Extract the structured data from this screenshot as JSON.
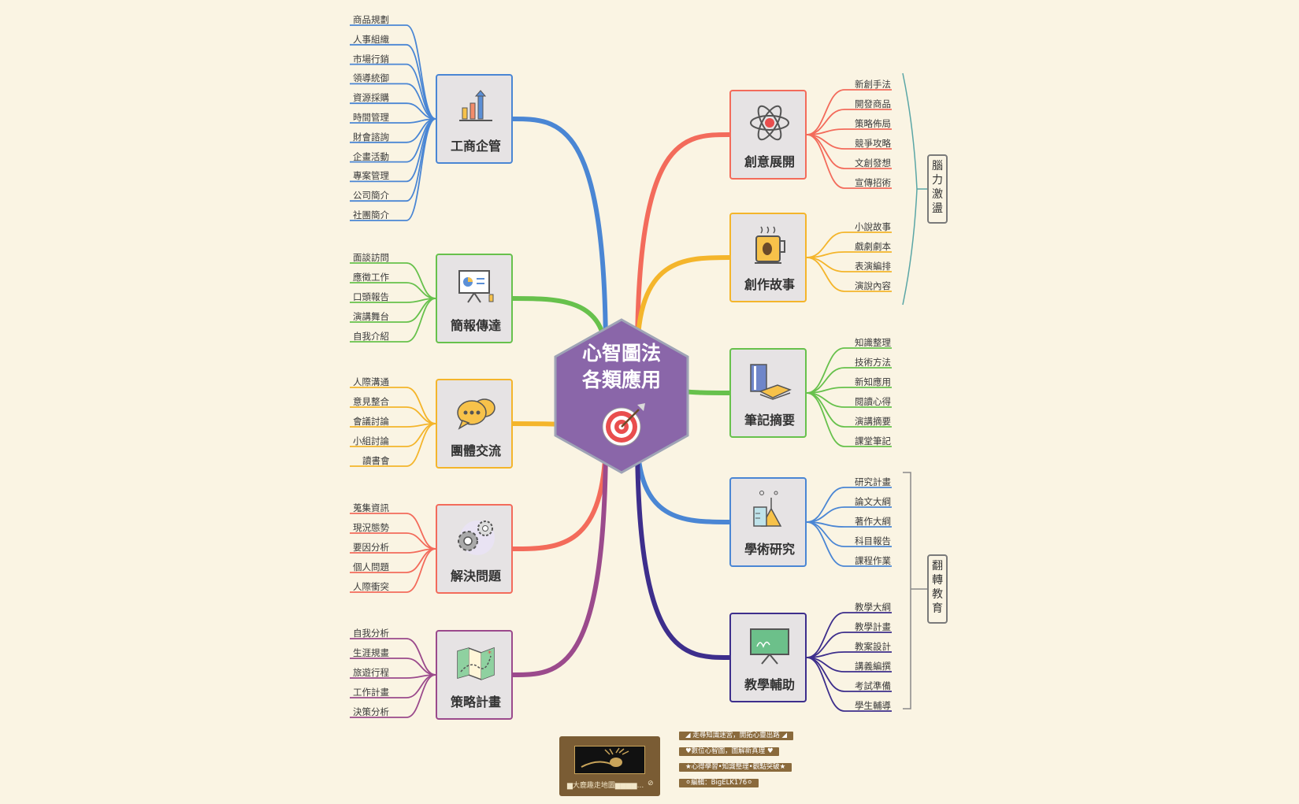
{
  "center": {
    "line1": "心智圖法",
    "line2": "各類應用",
    "icon": "target-arrow-icon",
    "color": "#8a66a9"
  },
  "branches": [
    {
      "label": "工商企管",
      "icon": "bar-chart-growth-icon",
      "color": "#4a86d4",
      "leaves": [
        "商品規劃",
        "人事組織",
        "市場行銷",
        "領導統御",
        "資源採購",
        "時間管理",
        "財會諮詢",
        "企畫活動",
        "專案管理",
        "公司簡介",
        "社團簡介"
      ]
    },
    {
      "label": "簡報傳達",
      "icon": "presentation-board-icon",
      "color": "#67c14c",
      "leaves": [
        "面談訪問",
        "應徵工作",
        "口頭報告",
        "演講舞台",
        "自我介紹"
      ]
    },
    {
      "label": "團體交流",
      "icon": "chat-bubbles-icon",
      "color": "#f4b52b",
      "leaves": [
        "人際溝通",
        "意見整合",
        "會議討論",
        "小組討論",
        "讀書會"
      ]
    },
    {
      "label": "解決問題",
      "icon": "gears-icon",
      "color": "#f36b5b",
      "leaves": [
        "蒐集資訊",
        "現況態勢",
        "要因分析",
        "個人問題",
        "人際衝突"
      ]
    },
    {
      "label": "策略計畫",
      "icon": "folded-map-icon",
      "color": "#9b4a8c",
      "leaves": [
        "自我分析",
        "生涯規畫",
        "旅遊行程",
        "工作計畫",
        "決策分析"
      ]
    },
    {
      "label": "創意展開",
      "icon": "atom-icon",
      "color": "#f36b5b",
      "leaves": [
        "新創手法",
        "開發商品",
        "策略佈局",
        "競爭攻略",
        "文創發想",
        "宣傳招術"
      ]
    },
    {
      "label": "創作故事",
      "icon": "coffee-cup-icon",
      "color": "#f4b52b",
      "leaves": [
        "小說故事",
        "戲劇劇本",
        "表演編排",
        "演說內容"
      ]
    },
    {
      "label": "筆記摘要",
      "icon": "books-icon",
      "color": "#67c14c",
      "leaves": [
        "知識整理",
        "技術方法",
        "新知應用",
        "閱讀心得",
        "演講摘要",
        "課堂筆記"
      ]
    },
    {
      "label": "學術研究",
      "icon": "lab-flask-icon",
      "color": "#4a86d4",
      "leaves": [
        "研究計畫",
        "論文大綱",
        "著作大綱",
        "科目報告",
        "課程作業"
      ]
    },
    {
      "label": "教學輔助",
      "icon": "teaching-board-icon",
      "color": "#3d2e8c",
      "leaves": [
        "教學大綱",
        "教學計畫",
        "教案設計",
        "講義編撰",
        "考試準備",
        "學生輔導"
      ]
    }
  ],
  "groups": [
    {
      "label": "腦力激盪"
    },
    {
      "label": "翻轉教育"
    }
  ],
  "footer": {
    "caption": "▆大鹿趣走地圖▆▆▆▆...",
    "link_icon": "link-icon",
    "tags": [
      "◢ 走尋知識迷宮，開拓心靈出路 ◢",
      "♥數位心智圖，圖解新真理 ♥",
      "★心得學習•知識整理•觀點突破★",
      "⚪編輯：BigELK176⚪"
    ]
  }
}
